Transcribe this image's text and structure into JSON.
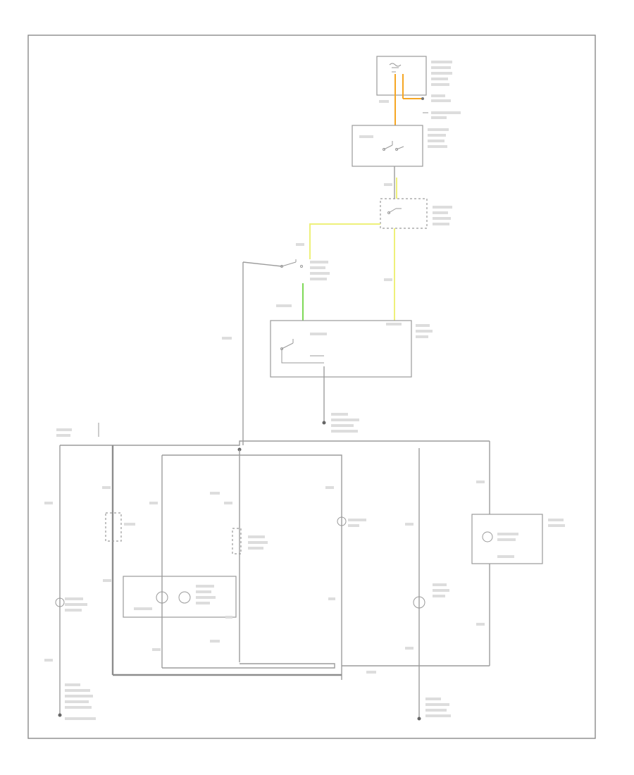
{
  "diagram": {
    "ref_code": "",
    "footer_code": "",
    "wire_colors": {
      "orange": "#f5a623",
      "yellow": "#eef07a",
      "green": "#7ed957",
      "gray": "#9c9c9c"
    },
    "components": [
      {
        "id": "fuse-block-top",
        "icon": "fuse-icon"
      },
      {
        "id": "light-control-switch",
        "icon": "switch-icon"
      },
      {
        "id": "dimmer-switch-assembly",
        "icon": "switch-icon"
      },
      {
        "id": "luggage-compartment-switch",
        "icon": "switch-icon"
      },
      {
        "id": "courtesy-relay",
        "icon": "relay-icon"
      },
      {
        "id": "trunk-lamp",
        "icon": "bulb-icon"
      },
      {
        "id": "glove-box-lamp",
        "icon": "bulb-icon"
      },
      {
        "id": "dome-lamp",
        "icon": "bulb-icon"
      },
      {
        "id": "overhead-console",
        "icon": "bulb-icon"
      },
      {
        "id": "courtesy-lamp-left",
        "icon": "bulb-icon"
      },
      {
        "id": "courtesy-lamp-right",
        "icon": "bulb-icon"
      },
      {
        "id": "door-jamb-switch",
        "icon": "switch-icon"
      },
      {
        "id": "ground-g200",
        "icon": "ground-icon"
      },
      {
        "id": "ground-g301",
        "icon": "ground-icon"
      },
      {
        "id": "ground-g302",
        "icon": "ground-icon"
      }
    ]
  }
}
